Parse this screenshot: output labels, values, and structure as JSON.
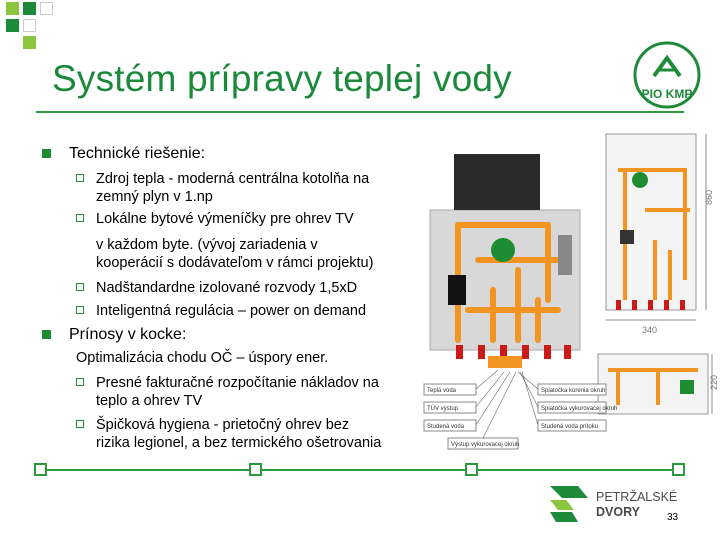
{
  "title": "Systém prípravy teplej vody",
  "bullets": {
    "technical": {
      "label": "Technické riešenie",
      "colon": ":",
      "items": [
        {
          "line1": "Zdroj tepla - moderná centrálna kotolňa na",
          "line2": "zemný plyn v 1.np"
        },
        {
          "line1": "Lokálne bytové výmeníčky pre ohrev TV",
          "line2": "v každom byte. (vývoj zariadenia v",
          "line3": "kooperácií s dodávateľom v rámci projektu)"
        },
        {
          "line1": "Nadštandardne izolované rozvody 1,5xD"
        },
        {
          "line1": "Inteligentná regulácia – power on demand"
        }
      ]
    },
    "benefits": {
      "label": "Prínosy v kocke",
      "colon": ":",
      "intro": "Optimalizácia chodu OČ – úspory ener.",
      "items": [
        {
          "line1": "Presné fakturačné rozpočítanie nákladov na",
          "line2": "teplo a ohrev TV"
        },
        {
          "line1": "Špičková hygiena - prietočný ohrev bez",
          "line2": "rizika legionel, a bez termického ošetrovania"
        }
      ]
    }
  },
  "diagram_labels": {
    "dim_height": "860",
    "dim_width": "340",
    "dim_small": "220",
    "left_labels": [
      "Teplá voda",
      "TÚV výstup",
      "Studená voda",
      "Výstup vykurovacej okruh"
    ],
    "right_labels": [
      "Spiatočka kúrenia okruh",
      "Spiatočka vykurovacej okruh",
      "Studená voda prítoku"
    ]
  },
  "logo_top": {
    "text": "PIO KMP"
  },
  "logo_bottom": {
    "line1": "PETRŽALSKÉ",
    "line2": "DVORY"
  },
  "page_number": "33",
  "colors": {
    "accent": "#1a8a3a",
    "marker": "#1e8c30",
    "pipe": "#f29422"
  }
}
